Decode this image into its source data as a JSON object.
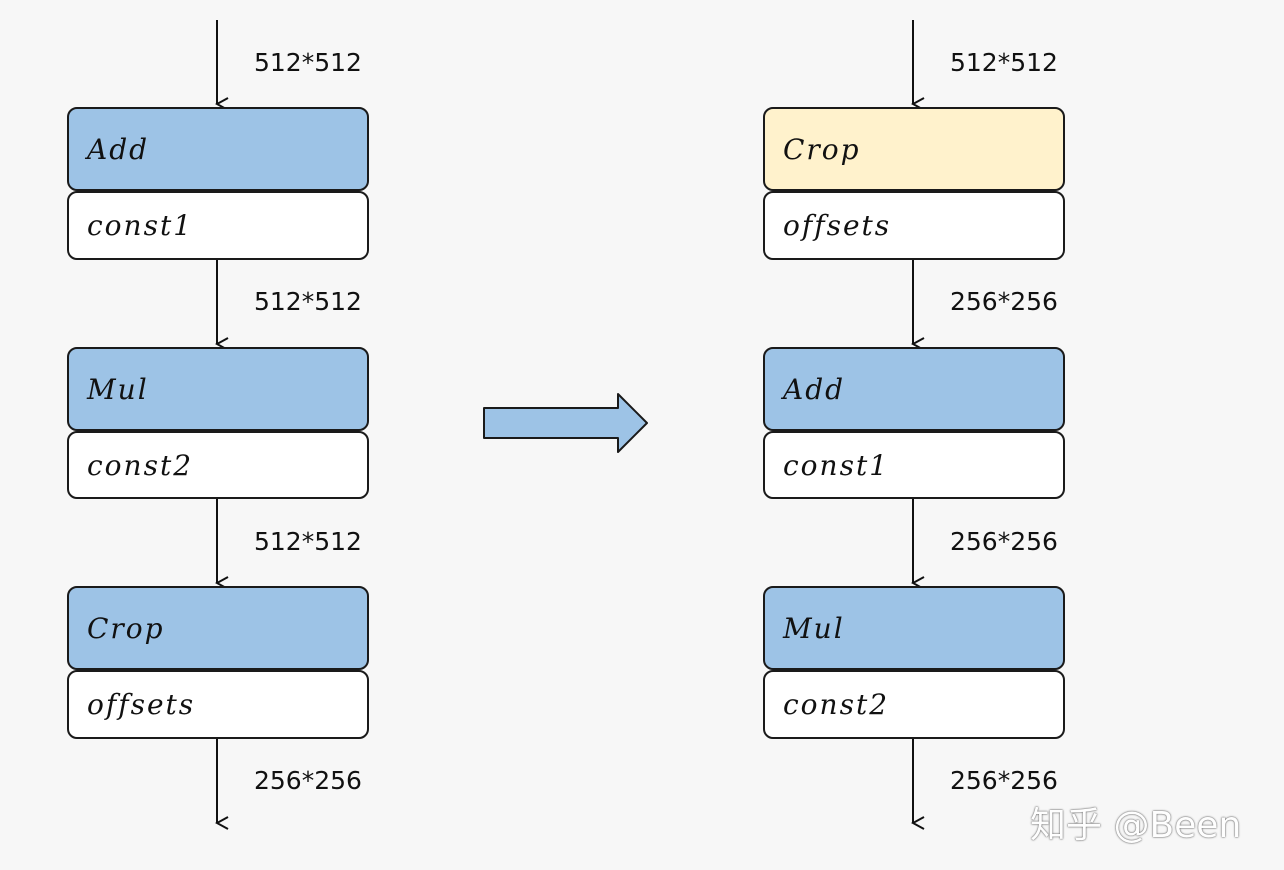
{
  "left": {
    "in_dim": "512*512",
    "block1": {
      "op": "Add",
      "param": "const1"
    },
    "dim1": "512*512",
    "block2": {
      "op": "Mul",
      "param": "const2"
    },
    "dim2": "512*512",
    "block3": {
      "op": "Crop",
      "param": "offsets"
    },
    "out_dim": "256*256"
  },
  "right": {
    "in_dim": "512*512",
    "block1": {
      "op": "Crop",
      "param": "offsets"
    },
    "dim1": "256*256",
    "block2": {
      "op": "Add",
      "param": "const1"
    },
    "dim2": "256*256",
    "block3": {
      "op": "Mul",
      "param": "const2"
    },
    "out_dim": "256*256"
  },
  "colors": {
    "op_fill": "#9dc3e6",
    "crop_highlight_fill": "#fff2cc",
    "param_fill": "#ffffff",
    "transform_arrow": "#9dc3e6"
  },
  "watermark": "知乎 @Been"
}
